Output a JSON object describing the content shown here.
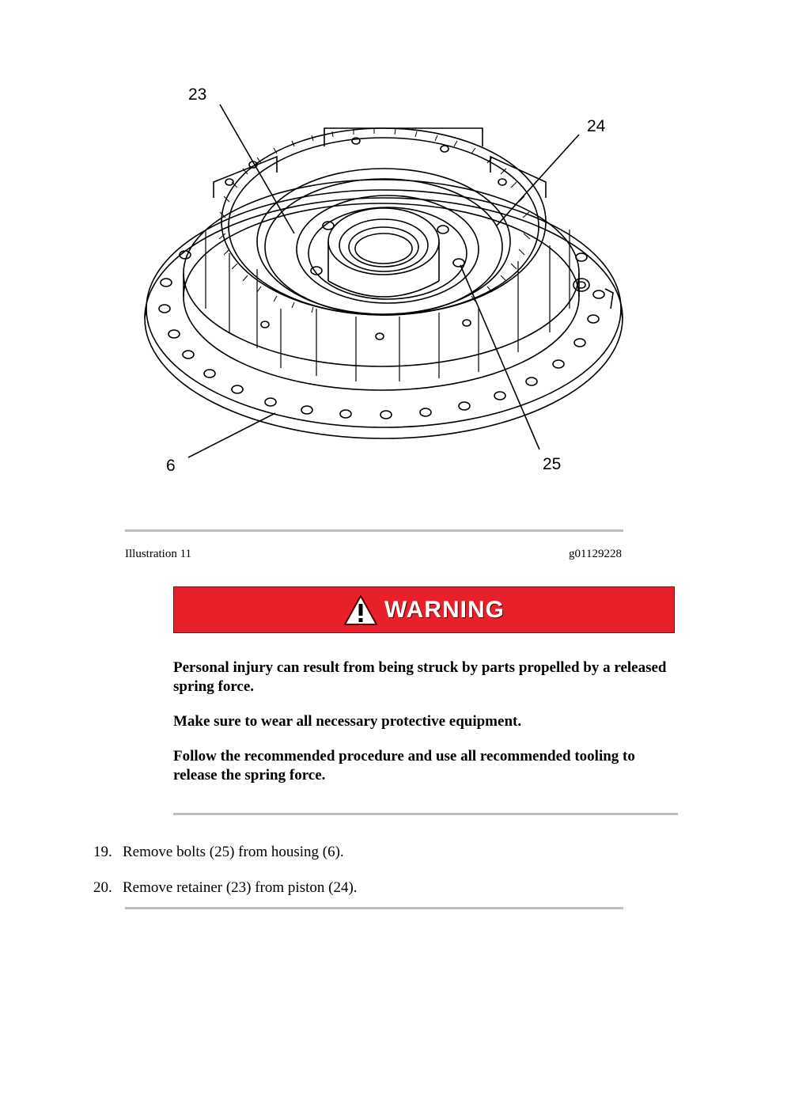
{
  "illustration": {
    "callouts": [
      "23",
      "24",
      "6",
      "25"
    ],
    "caption_left": "Illustration 11",
    "caption_right": "g01129228"
  },
  "warning": {
    "label": "WARNING",
    "paragraphs": [
      "Personal injury can result from being struck by parts propelled by a released spring force.",
      "Make sure to wear all necessary protective equipment.",
      "Follow the recommended procedure and use all recommended tooling to release the spring force."
    ],
    "box_color": "#e8202a"
  },
  "steps": [
    {
      "number": "19.",
      "text": "Remove bolts (25) from housing (6)."
    },
    {
      "number": "20.",
      "text": "Remove retainer (23) from piston (24)."
    }
  ]
}
